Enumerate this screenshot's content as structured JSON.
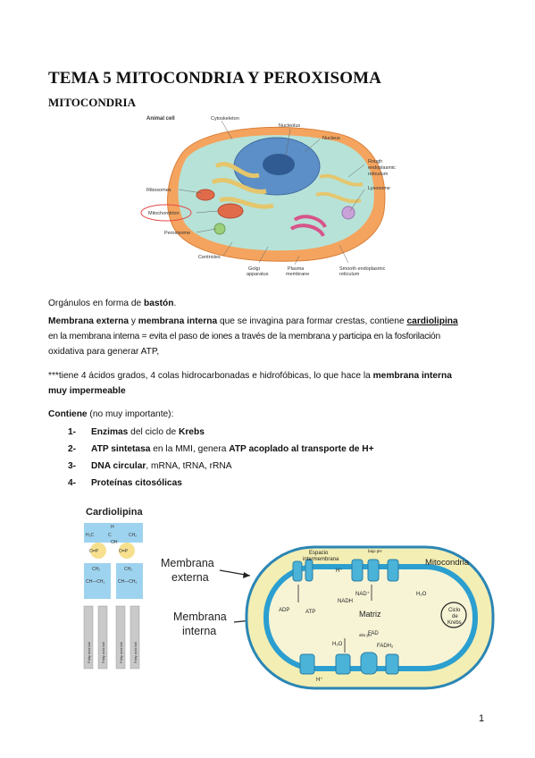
{
  "doc": {
    "title": "TEMA 5 MITOCONDRIA Y PEROXISOMA",
    "section": "MITOCONDRIA",
    "page_number": "1"
  },
  "cell_figure": {
    "heading": "Animal cell",
    "labels": {
      "cytoskeleton": "Cytoskeleton",
      "nucleolus": "Nucleolus",
      "nucleus": "Nucleus",
      "rough_er_1": "Rough",
      "rough_er_2": "endoplasmic",
      "rough_er_3": "reticulum",
      "lysosome": "Lysosome",
      "ribosomes": "Ribosomes",
      "mitochondrion": "Mitochondrion",
      "peroxisome": "Peroxisome",
      "centrioles": "Centrioles",
      "golgi_1": "Golgi",
      "golgi_2": "apparatus",
      "plasma_1": "Plasma",
      "plasma_2": "membrane",
      "smooth_er_1": "Smooth endoplasmic",
      "smooth_er_2": "reticulum"
    }
  },
  "text": {
    "p1_a": "Orgánulos en forma de ",
    "p1_b": "bastón",
    "p1_c": ".",
    "p2_a": "Membrana externa",
    "p2_b": " y ",
    "p2_c": "membrana interna",
    "p2_d": " que se invagina para formar crestas, contiene ",
    "p2_e": "cardiolipina",
    "p2_line2": "en la membrana interna = evita el paso de iones a través de la membrana y participa en la fosforilación",
    "p2_line3": "oxidativa para generar ATP,",
    "p3_a": "***tiene 4 ácidos grados, 4 colas hidrocarbonadas e hidrofóbicas, lo que hace la ",
    "p3_b": "membrana interna",
    "p3_line2": "muy impermeable",
    "p4_a": "Contiene",
    "p4_b": " (no muy importante):"
  },
  "list": [
    {
      "num": "1-",
      "parts": [
        {
          "t": "Enzimas",
          "b": true
        },
        {
          "t": " del ciclo de ",
          "b": false
        },
        {
          "t": "Krebs",
          "b": true
        }
      ]
    },
    {
      "num": "2-",
      "parts": [
        {
          "t": "ATP sintetasa",
          "b": true
        },
        {
          "t": " en la MMI, genera ",
          "b": false
        },
        {
          "t": "ATP acoplado al transporte de H+",
          "b": true
        }
      ]
    },
    {
      "num": "3-",
      "parts": [
        {
          "t": "DNA circular",
          "b": true
        },
        {
          "t": ", mRNA, tRNA, rRNA",
          "b": false
        }
      ]
    },
    {
      "num": "4-",
      "parts": [
        {
          "t": "Proteínas citosólicas",
          "b": true
        }
      ]
    }
  ],
  "cardiolipin_figure": {
    "title": "Cardiolipina",
    "tail_label": "Fatty acid tail"
  },
  "mito_figure": {
    "label_outer_1": "Membrana",
    "label_outer_2": "externa",
    "label_inner_1": "Membrana",
    "label_inner_2": "interna",
    "space_1": "Espacio",
    "space_2": "intermembrana",
    "mito": "Mitocondria",
    "matrix": "Matriz",
    "krebs_1": "Ciclo",
    "krebs_2": "de",
    "krebs_3": "Krebs",
    "atp": "ATP",
    "adp": "ADP",
    "nadh": "NADH",
    "nad": "NAD⁺",
    "h2o": "H₂O",
    "fadh2": "FADH₂",
    "fad": "FAD",
    "hplus": "H⁺",
    "low_ph": "bajo pH",
    "high_ph": "alto pH",
    "colors": {
      "outer": "#f3eeb3",
      "outer_stroke": "#2b86b4",
      "inner": "#2b9fd0",
      "matrix": "#f7f4d6",
      "protein": "#4bb2d8"
    }
  }
}
